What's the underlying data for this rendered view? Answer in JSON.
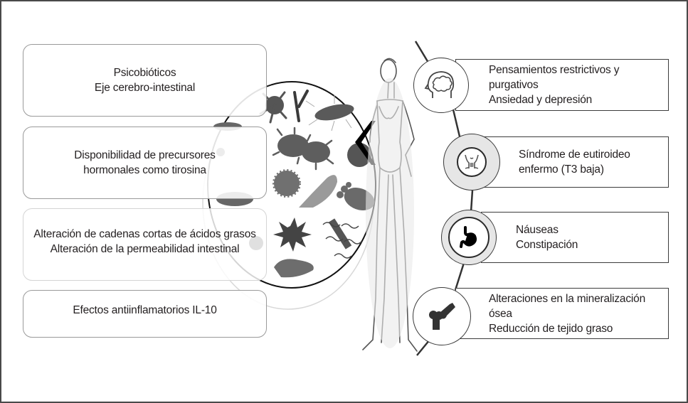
{
  "left_panel": {
    "boxes": [
      {
        "lines": [
          "Psicobióticos",
          "Eje cerebro-intestinal"
        ]
      },
      {
        "lines": [
          "Disponibilidad de precursores",
          "hormonales como tirosina"
        ]
      },
      {
        "lines": [
          "Alteración de cadenas cortas de ácidos grasos",
          "Alteración de la permeabilidad intestinal"
        ]
      },
      {
        "lines": [
          "Efectos antiinflamatorios IL-10"
        ]
      }
    ]
  },
  "center": {
    "microbiota_icon": "microbiota-circle",
    "pointer_icon": "chevron-left",
    "figure_icon": "thin-woman-figure"
  },
  "right_panel": {
    "items": [
      {
        "icon": "brain-head-icon",
        "lines": [
          "Pensamientos restrictivos y",
          "purgativos",
          "Ansiedad y depresión"
        ]
      },
      {
        "icon": "thyroid-icon",
        "lines": [
          "Síndrome de eutiroideo",
          "enfermo (T3 baja)"
        ]
      },
      {
        "icon": "stomach-icon",
        "lines": [
          "Náuseas",
          "Constipación"
        ]
      },
      {
        "icon": "bone-joint-icon",
        "lines": [
          "Alteraciones en la mineralización",
          "ósea",
          "Reducción de tejido graso"
        ]
      }
    ]
  },
  "colors": {
    "text": "#231f20",
    "border_dark": "#3c3c3c",
    "border_light": "#9a9a9a",
    "circle_gray": "#e6e6e6",
    "microbe_dark": "#4d4d4d",
    "microbe_mid": "#7a7a7a"
  }
}
